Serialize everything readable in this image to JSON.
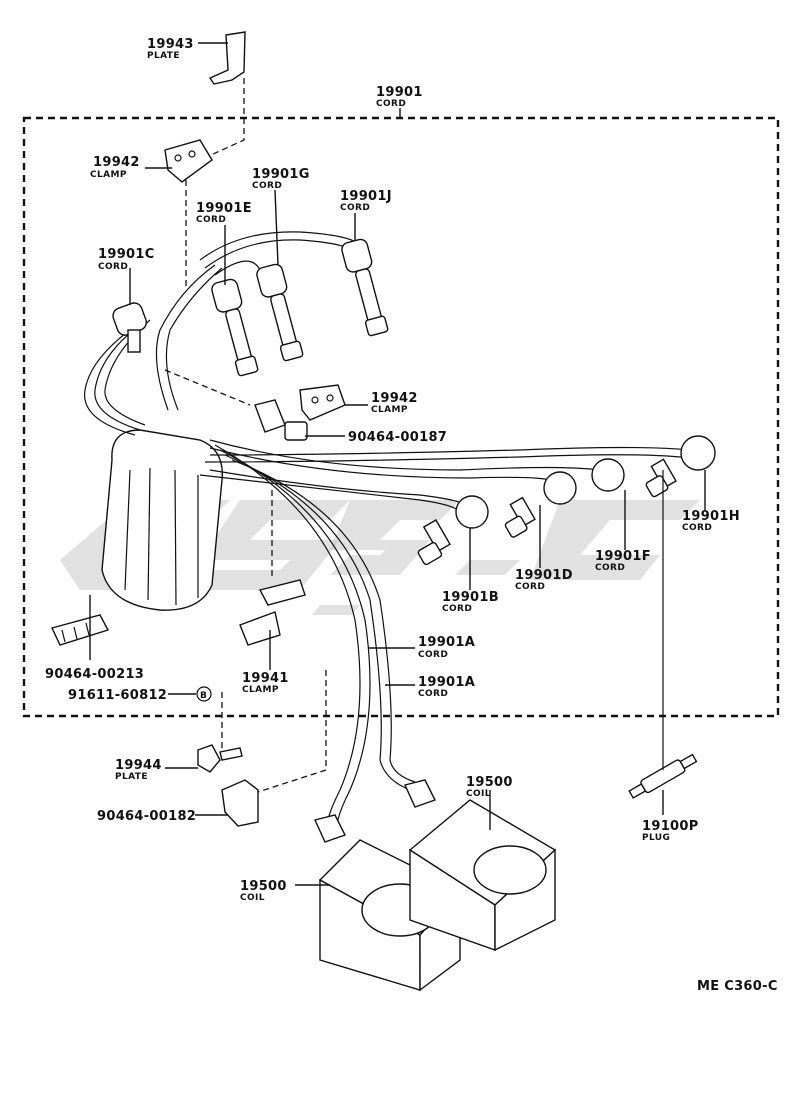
{
  "diagram_code": "ME C360-C",
  "callouts": [
    {
      "id": "p19943",
      "part": "19943",
      "name": "PLATE"
    },
    {
      "id": "p19901",
      "part": "19901",
      "name": "CORD"
    },
    {
      "id": "p19942a",
      "part": "19942",
      "name": "CLAMP"
    },
    {
      "id": "p19901g",
      "part": "19901G",
      "name": "CORD"
    },
    {
      "id": "p19901j",
      "part": "19901J",
      "name": "CORD"
    },
    {
      "id": "p19901e",
      "part": "19901E",
      "name": "CORD"
    },
    {
      "id": "p19901c",
      "part": "19901C",
      "name": "CORD"
    },
    {
      "id": "p19942b",
      "part": "19942",
      "name": "CLAMP"
    },
    {
      "id": "p9046400187",
      "part": "90464-00187",
      "name": ""
    },
    {
      "id": "p19901h",
      "part": "19901H",
      "name": "CORD"
    },
    {
      "id": "p19901f",
      "part": "19901F",
      "name": "CORD"
    },
    {
      "id": "p19901d",
      "part": "19901D",
      "name": "CORD"
    },
    {
      "id": "p19901b",
      "part": "19901B",
      "name": "CORD"
    },
    {
      "id": "p19901a1",
      "part": "19901A",
      "name": "CORD"
    },
    {
      "id": "p19901a2",
      "part": "19901A",
      "name": "CORD"
    },
    {
      "id": "p9046400213",
      "part": "90464-00213",
      "name": ""
    },
    {
      "id": "p19941",
      "part": "19941",
      "name": "CLAMP"
    },
    {
      "id": "p9161160812",
      "part": "91611-60812",
      "name": ""
    },
    {
      "id": "p19944",
      "part": "19944",
      "name": "PLATE"
    },
    {
      "id": "p9046400182",
      "part": "90464-00182",
      "name": ""
    },
    {
      "id": "p19500a",
      "part": "19500",
      "name": "COIL"
    },
    {
      "id": "p19500b",
      "part": "19500",
      "name": "COIL"
    },
    {
      "id": "p19100p",
      "part": "19100P",
      "name": "PLUG"
    }
  ],
  "symbol_b": "B"
}
